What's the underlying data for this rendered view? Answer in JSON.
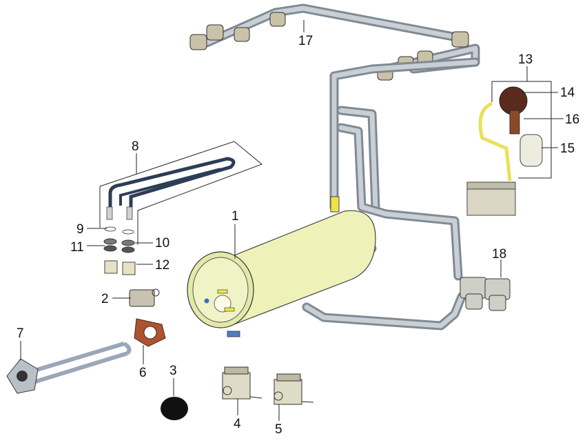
{
  "labels": {
    "l1": "1",
    "l2": "2",
    "l3": "3",
    "l4": "4",
    "l5": "5",
    "l6": "6",
    "l7": "7",
    "l8": "8",
    "l9": "9",
    "l10": "10",
    "l11": "11",
    "l12": "12",
    "l13": "13",
    "l14": "14",
    "l15": "15",
    "l16": "16",
    "l17": "17",
    "l18": "18"
  },
  "colors": {
    "tank": "#eef2b8",
    "pipe": "#7f8a93",
    "yellow_tube": "#f0e24a",
    "gasket": "#b0522e",
    "element": "#2c3e55"
  }
}
